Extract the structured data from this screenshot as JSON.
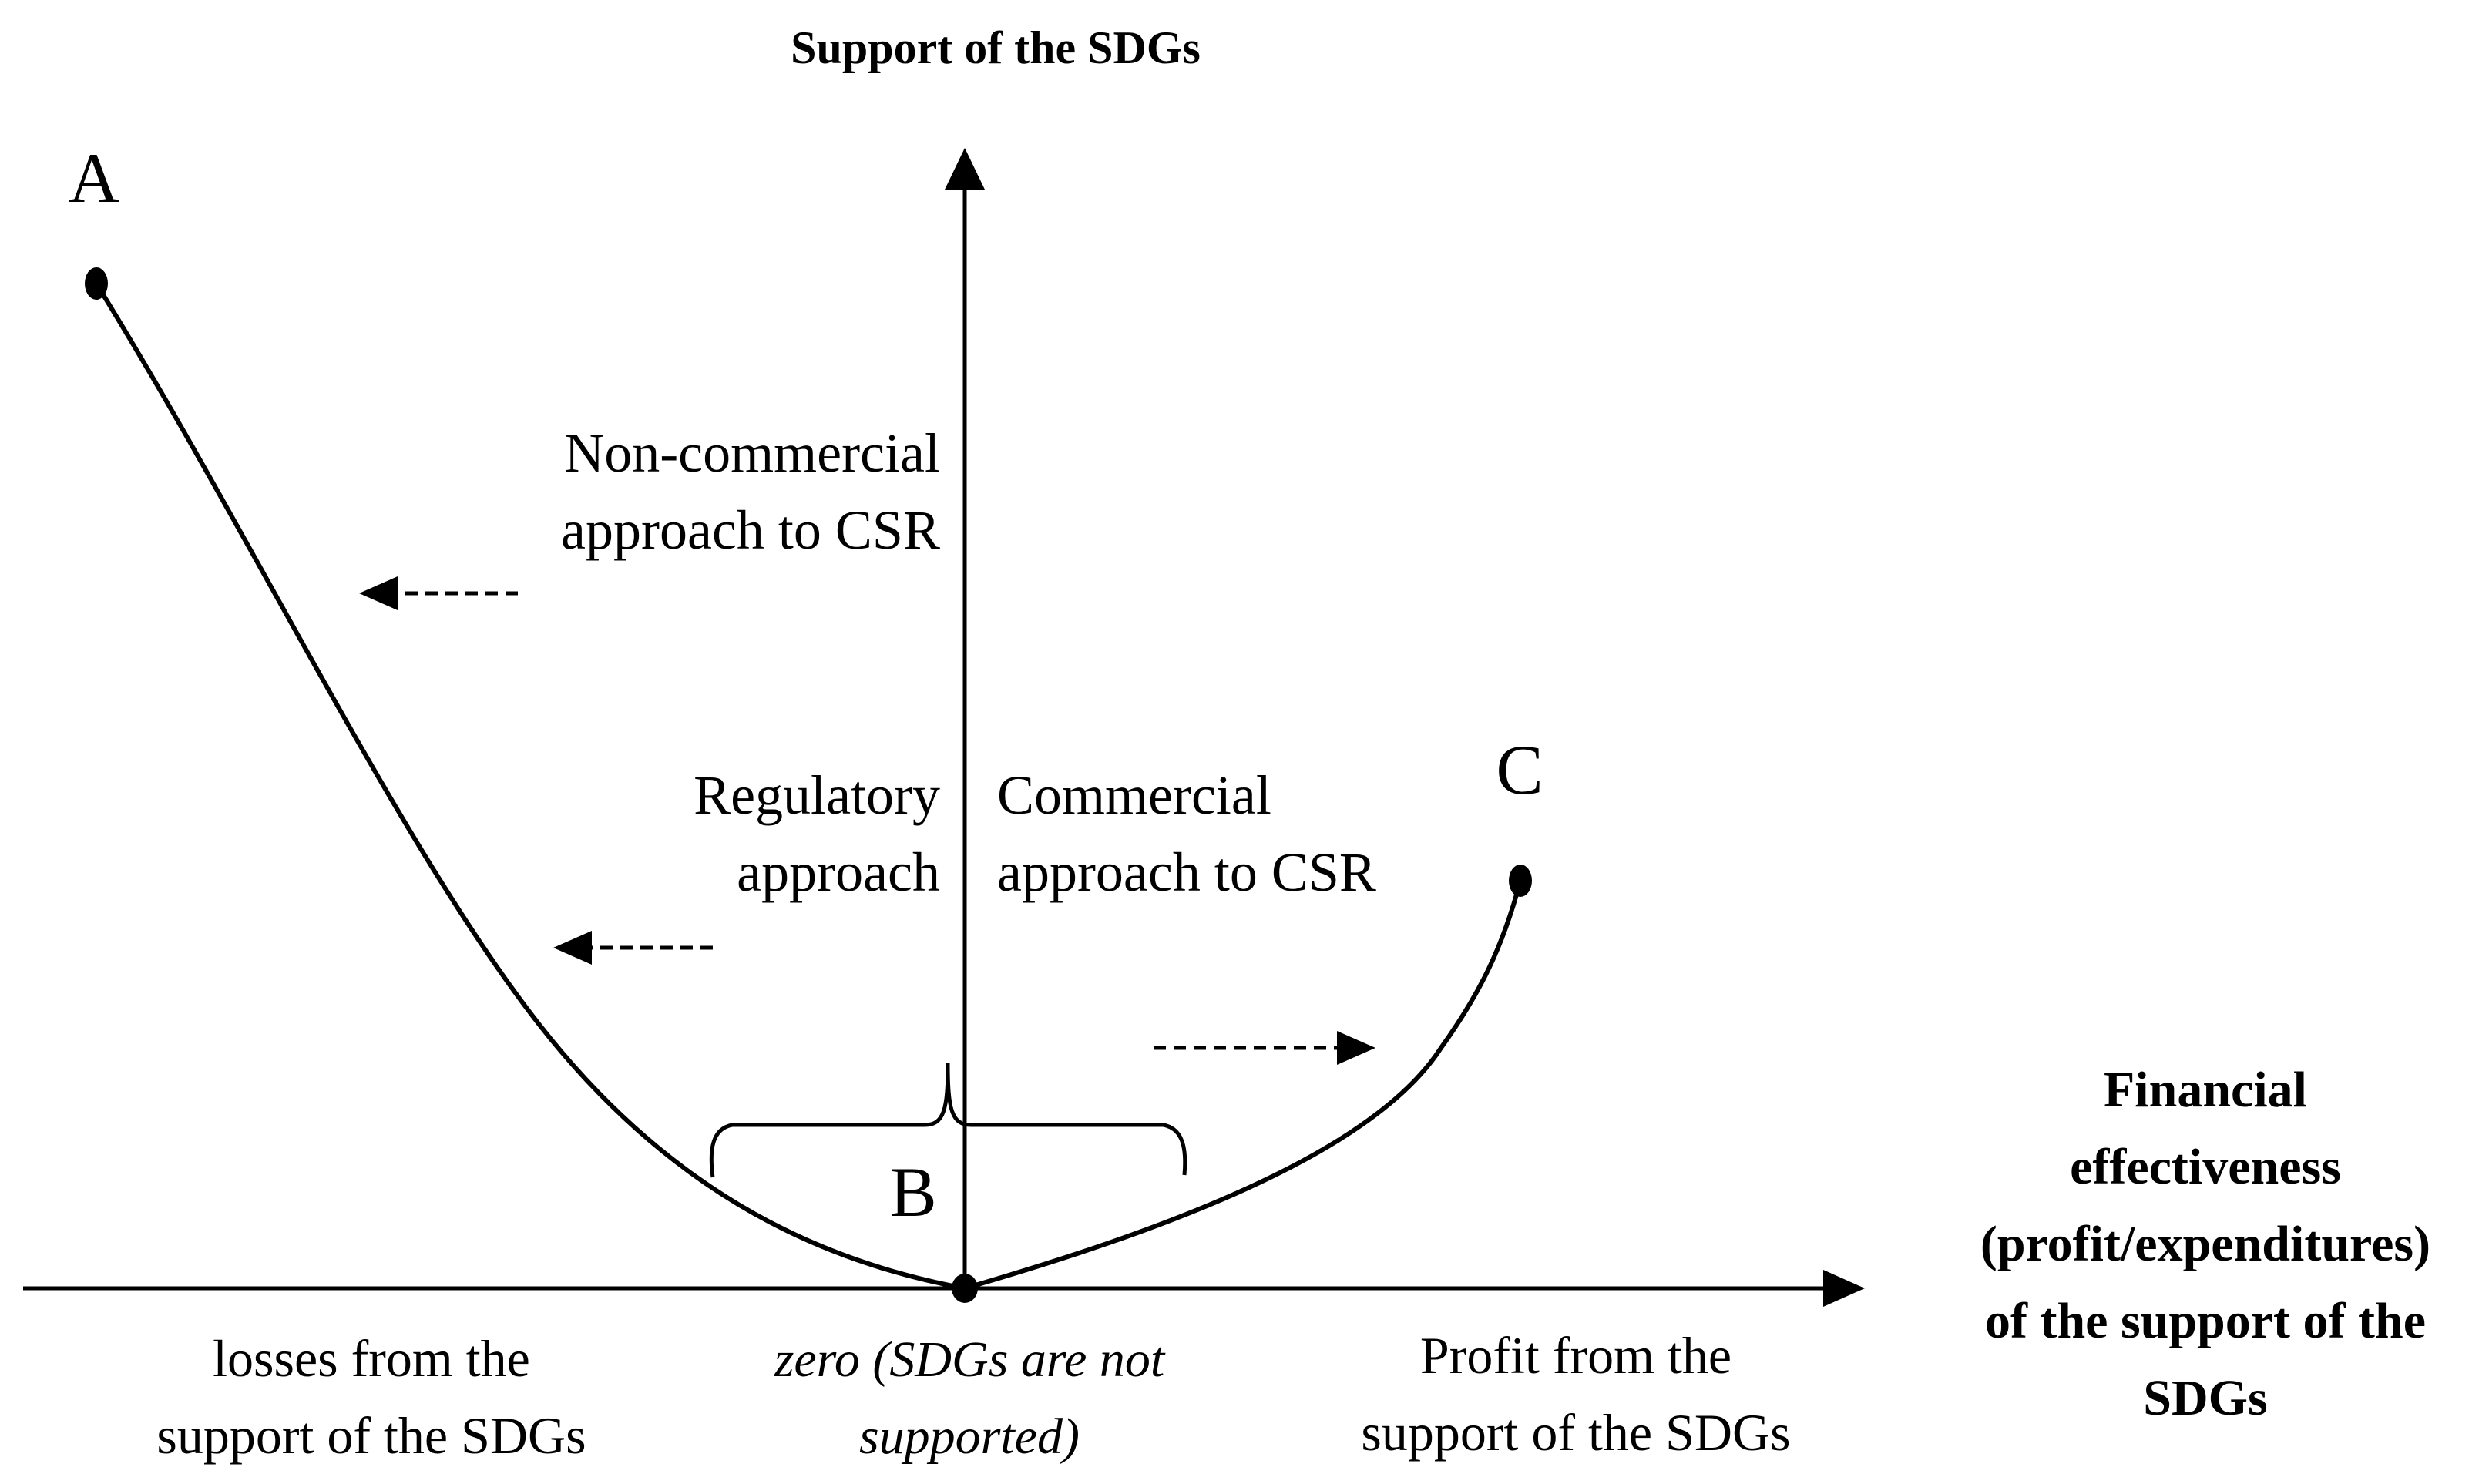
{
  "y_axis": {
    "label": "Support of the SDGs"
  },
  "x_axis": {
    "label_lines": [
      "Financial",
      "effectiveness",
      "(profit/expenditures)",
      "of the support of the",
      "SDGs"
    ]
  },
  "points": {
    "a": "A",
    "b": "B",
    "c": "C"
  },
  "regions": {
    "non_commercial": [
      "Non-commercial",
      "approach to CSR"
    ],
    "regulatory": [
      "Regulatory",
      "approach"
    ],
    "commercial": [
      "Commercial",
      "approach to CSR"
    ]
  },
  "bottom_labels": {
    "losses": [
      "losses from the",
      "support of the SDGs"
    ],
    "zero": [
      "zero (SDGs are not",
      "supported)"
    ],
    "profit": [
      "Profit from the",
      "support of the SDGs"
    ]
  }
}
